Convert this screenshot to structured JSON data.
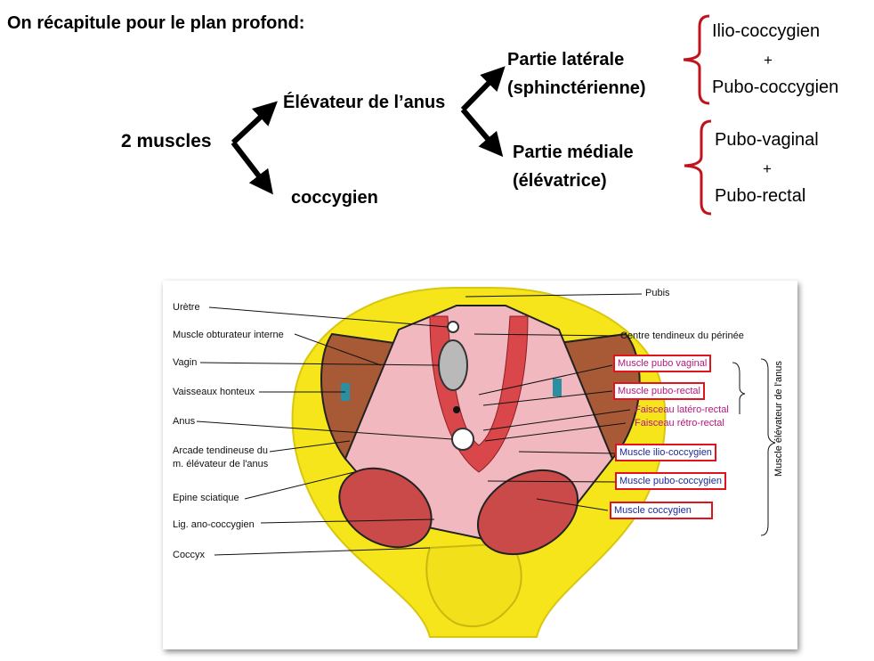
{
  "summary": {
    "title": "On récapitule pour le plan profond:",
    "root": "2 muscles",
    "levator": "Élévateur de l’anus",
    "coccygeal": "coccygien",
    "lateral_line1": "Partie latérale",
    "lateral_line2": "(sphinctérienne)",
    "medial_line1": "Partie médiale",
    "medial_line2": "(élévatrice)",
    "lateral_group": {
      "top": "Ilio-coccygien",
      "plus": "+",
      "bottom": "Pubo-coccygien"
    },
    "medial_group": {
      "top": "Pubo-vaginal",
      "plus": "+",
      "bottom": "Pubo-rectal"
    },
    "bracket_color": "#c0141c"
  },
  "figure": {
    "left_labels": [
      "Urètre",
      "Muscle obturateur interne",
      "Vagin",
      "Vaisseaux honteux",
      "Anus",
      "Arcade tendineuse du",
      "m. élévateur de l'anus",
      "Epine sciatique",
      "Lig. ano-coccygien",
      "Coccyx"
    ],
    "top_labels": [
      "Pubis",
      "Centre tendineux du périnée"
    ],
    "right_labels": {
      "pubo_vaginal": "Muscle pubo vaginal",
      "pubo_rectal": "Muscle pubo-rectal",
      "latero_rectal": "Faisceau latéro-rectal",
      "retro_rectal": "Faisceau rétro-rectal",
      "ilio_coccygien": "Muscle ilio-coccygien",
      "pubo_coccygien": "Muscle pubo-coccygien",
      "coccygien": "Muscle coccygien"
    },
    "side_label": "Muscle élévateur de l'anus",
    "colors": {
      "bone": "#f5e51a",
      "muscle": "#d9474a",
      "muscle_light": "#f2b8c0",
      "highlight_box": "#e0141e",
      "magenta_text": "#b5177d",
      "blue_text": "#1b2a9a"
    }
  }
}
